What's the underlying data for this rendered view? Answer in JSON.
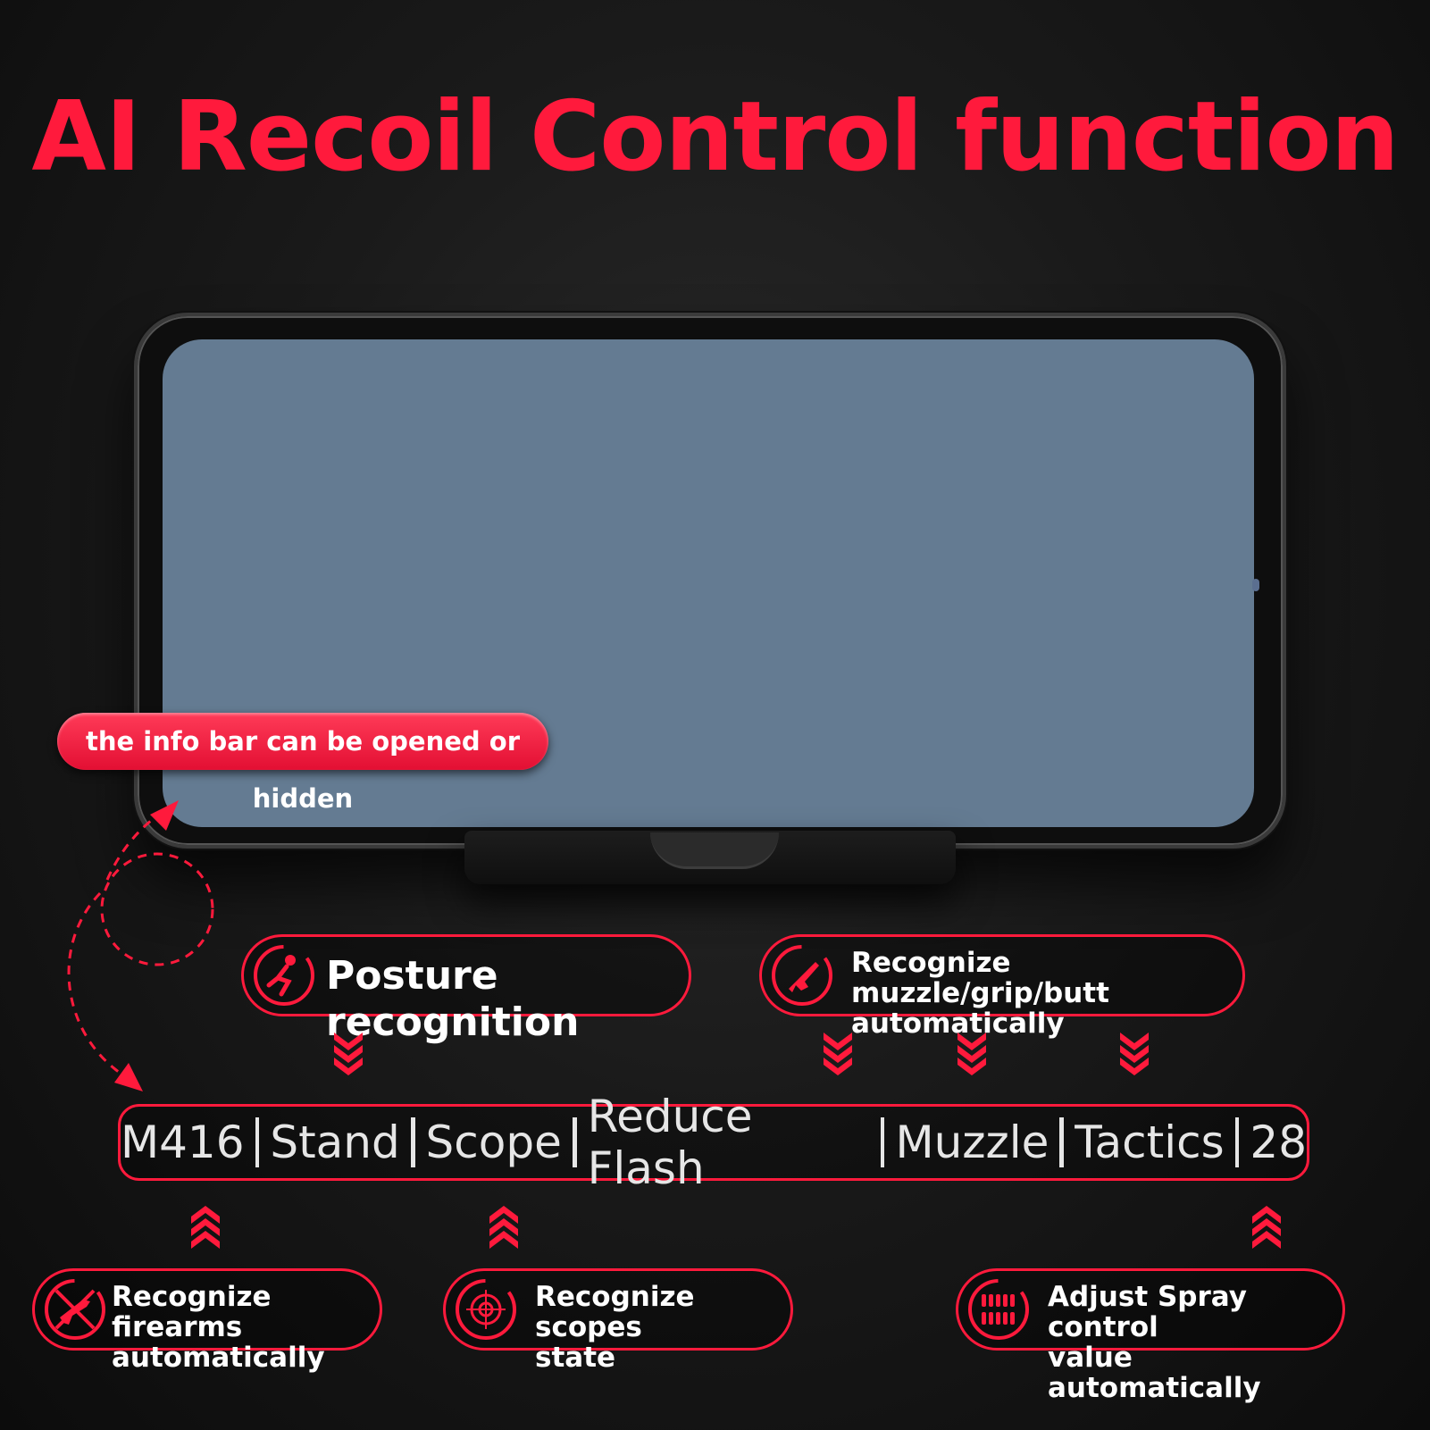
{
  "title": "AI Recoil Control function",
  "info_bar_label": "the info bar can be opened or hidden",
  "features": {
    "posture": {
      "line1": "Posture recognition",
      "icon": "posture-icon"
    },
    "muzzle": {
      "line1": "Recognize muzzle/grip/butt",
      "line2": "automatically",
      "icon": "muzzle-grip-icon"
    },
    "firearms": {
      "line1": "Recognize firearms",
      "line2": "automatically",
      "icon": "firearm-icon"
    },
    "scopes": {
      "line1": "Recognize scopes",
      "line2": "state",
      "icon": "scope-icon"
    },
    "spray": {
      "line1": "Adjust Spray control",
      "line2": "value automatically",
      "icon": "bullets-icon"
    }
  },
  "info_bar": {
    "weapon": "M416",
    "posture": "Stand",
    "scope": "Scope",
    "muzzle_attachment": "Reduce Flash",
    "slot": "Muzzle",
    "grip": "Tactics",
    "value": "28"
  },
  "colors": {
    "accent": "#ff1a3c",
    "screen": "#647b92",
    "background": "#161616"
  }
}
